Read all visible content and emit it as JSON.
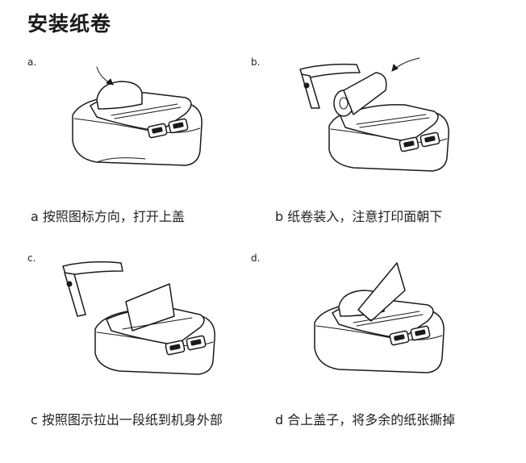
{
  "page": {
    "title": "安装纸卷"
  },
  "steps": [
    {
      "letter": "a.",
      "caption": "a 按照图标方向，打开上盖"
    },
    {
      "letter": "b.",
      "caption": "b 纸卷装入，注意打印面朝下"
    },
    {
      "letter": "c.",
      "caption": "c 按照图示拉出一段纸到机身外部"
    },
    {
      "letter": "d.",
      "caption": "d 合上盖子，将多余的纸张撕掉"
    }
  ]
}
